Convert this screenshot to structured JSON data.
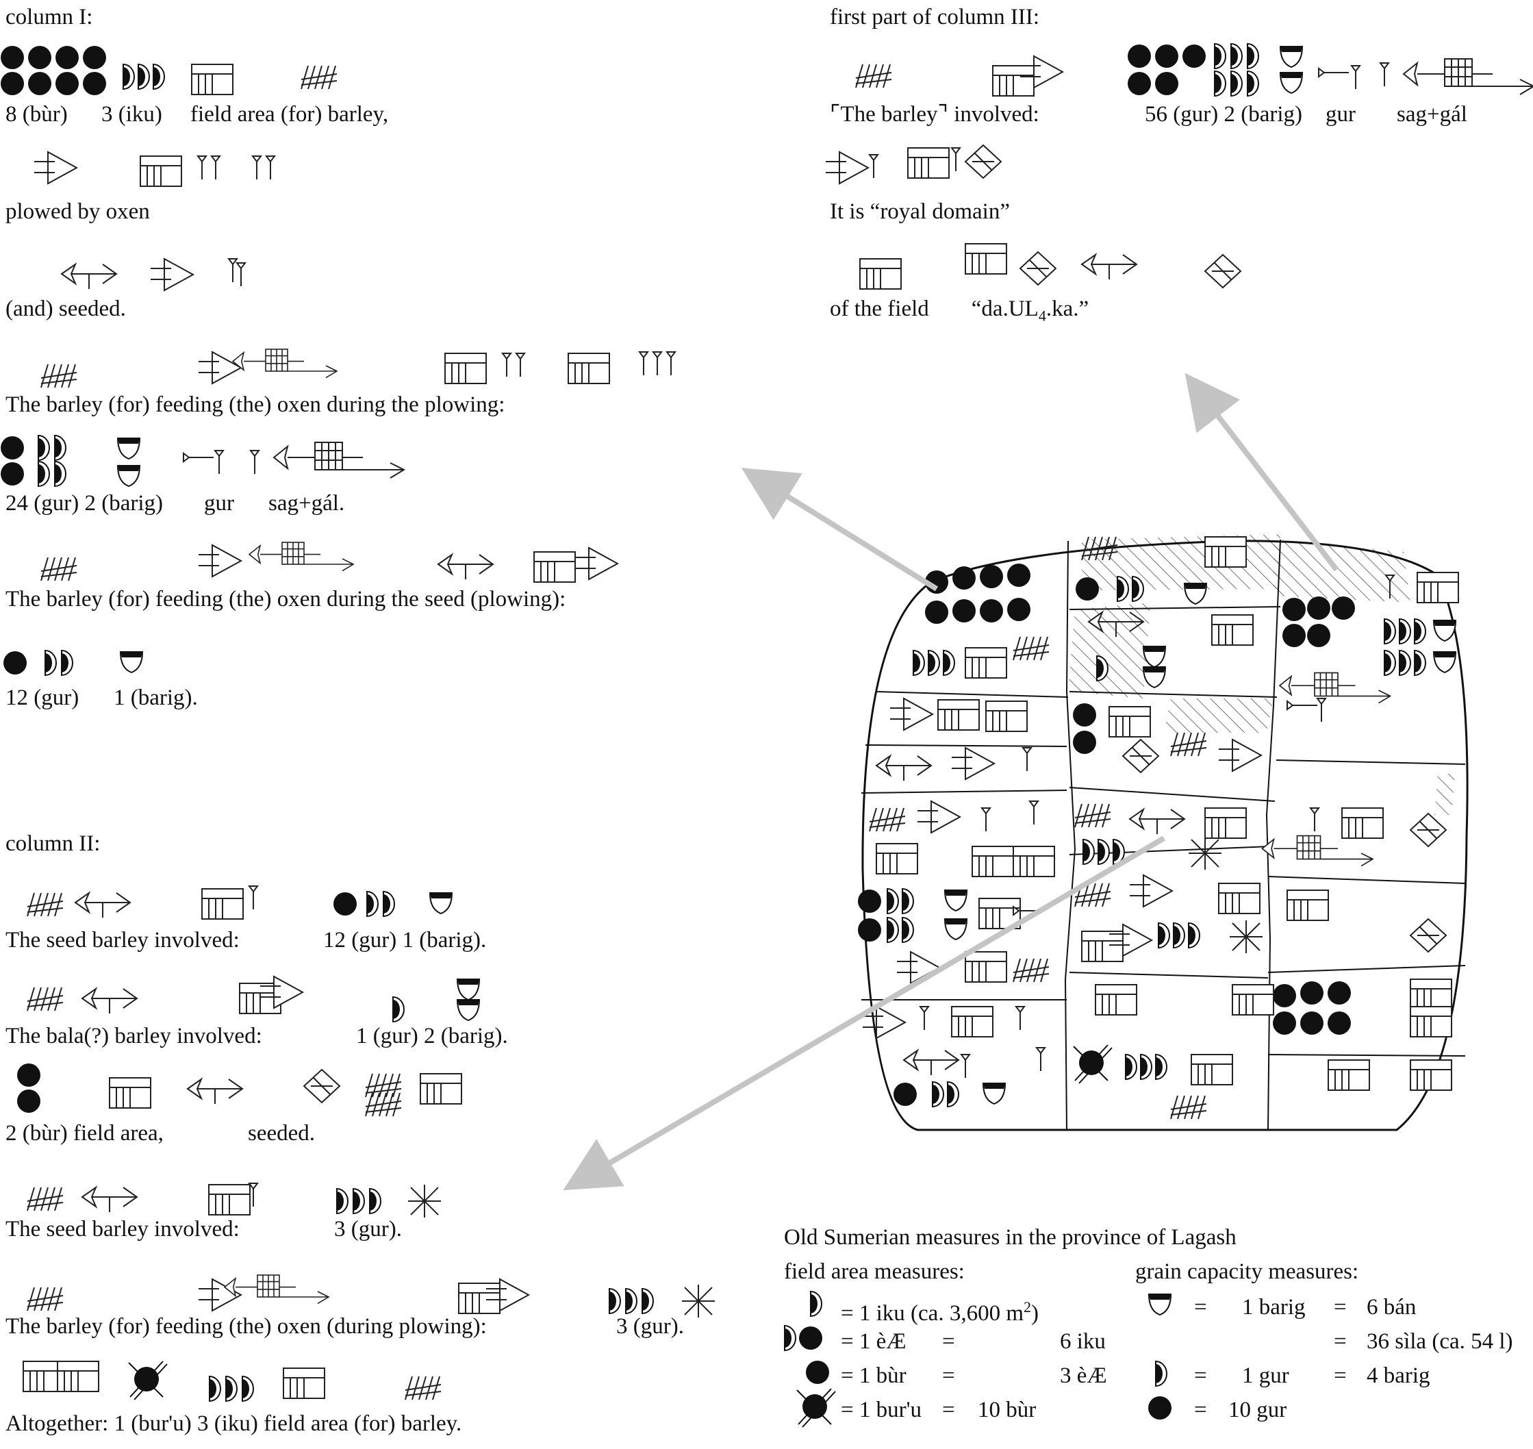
{
  "col1": {
    "heading": "column I:",
    "l1": {
      "a": "8 (bùr)",
      "b": "3 (iku)",
      "c": "field area (for) barley,"
    },
    "l2": "plowed by oxen",
    "l3": "(and) seeded.",
    "l4": "The barley (for) feeding (the) oxen during the plowing:",
    "l5": {
      "a": "24 (gur) 2 (barig)",
      "b": "gur",
      "c": "sag+gál."
    },
    "l6": "The barley (for) feeding (the) oxen during the seed (plowing):",
    "l7": {
      "a": "12 (gur)",
      "b": "1 (barig)."
    }
  },
  "col2": {
    "heading": "column II:",
    "l1": {
      "a": "The seed barley involved:",
      "b": "12 (gur) 1 (barig)."
    },
    "l2": {
      "a": "The bala(?) barley involved:",
      "b": "1 (gur) 2 (barig)."
    },
    "l3": {
      "a": "2 (bùr) field area,",
      "b": "seeded."
    },
    "l4": {
      "a": "The seed barley involved:",
      "b": "3 (gur)."
    },
    "l5": {
      "a": "The barley (for) feeding (the) oxen (during plowing):",
      "b": "3 (gur)."
    },
    "l6": "Altogether: 1 (bur'u) 3 (iku) field area (for) barley."
  },
  "col3": {
    "heading": "first part of column III:",
    "l1": {
      "open": "⌜",
      "a": "The barley",
      "close": "⌝",
      "b": "involved:",
      "c": "56 (gur) 2 (barig)",
      "d": "gur",
      "e": "sag+gál"
    },
    "l2": "It is “royal domain”",
    "l3": {
      "a": "of the field",
      "b1": "“da.UL",
      "sub": "4",
      "b2": ".ka.”"
    }
  },
  "legend": {
    "title": "Old Sumerian measures in the province of Lagash",
    "area_heading": "field area measures:",
    "grain_heading": "grain capacity measures:",
    "area_rows": [
      {
        "eq": "= 1 iku (ca. 3,600 m",
        "sup": "2",
        "tail": ")"
      },
      {
        "eq": "= 1 èÆ",
        "eq2": "=",
        "val": "6 iku"
      },
      {
        "eq": "= 1 bùr",
        "eq2": "=",
        "val": "3 èÆ"
      },
      {
        "eq": "= 1 bur'u",
        "eq2": "=",
        "val": "10 bùr"
      }
    ],
    "grain_rows": [
      {
        "eq": "=",
        "val": "1 barig",
        "eq2": "=",
        "val2": "6 bán"
      },
      {
        "eq": "",
        "val": "",
        "eq2": "=",
        "val2": "36 sìla (ca. 54 l)"
      },
      {
        "eq": "=",
        "val": "1 gur",
        "eq2": "=",
        "val2": "4 barig"
      },
      {
        "eq": "=",
        "val": "10 gur",
        "eq2": "",
        "val2": ""
      }
    ]
  }
}
